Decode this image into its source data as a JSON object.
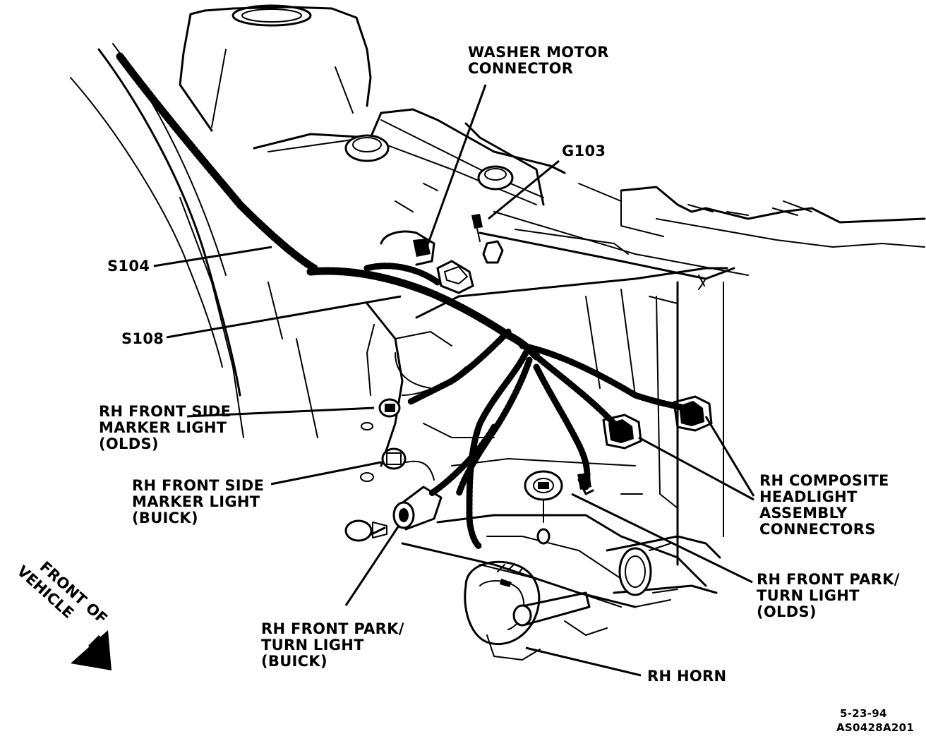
{
  "labels": {
    "washer_motor_connector": [
      "WASHER MOTOR",
      "CONNECTOR"
    ],
    "g103": [
      "G103"
    ],
    "s104": [
      "S104"
    ],
    "s108": [
      "S108"
    ],
    "rh_front_side_marker_olds": [
      "RH FRONT SIDE",
      "MARKER LIGHT",
      "(OLDS)"
    ],
    "rh_front_side_marker_buick": [
      "RH FRONT SIDE",
      "MARKER LIGHT",
      "(BUICK)"
    ],
    "rh_composite_headlight": [
      "RH COMPOSITE",
      "HEADLIGHT",
      "ASSEMBLY",
      "CONNECTORS"
    ],
    "rh_front_park_olds": [
      "RH FRONT PARK/",
      "TURN LIGHT",
      "(OLDS)"
    ],
    "rh_front_park_buick": [
      "RH FRONT PARK/",
      "TURN LIGHT",
      "(BUICK)"
    ],
    "rh_horn": [
      "RH HORN"
    ],
    "front_of_vehicle": [
      "FRONT OF",
      "VEHICLE"
    ]
  },
  "footer": {
    "date": "5-23-94",
    "code": "AS0428A201"
  }
}
